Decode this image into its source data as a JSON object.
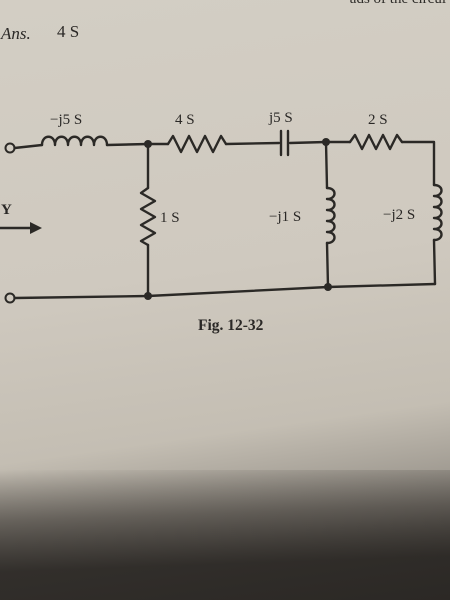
{
  "header": {
    "top_right_text": "ads of the circui",
    "answer_prefix": "Ans.",
    "answer_value": "4 S"
  },
  "figure": {
    "labels": {
      "series_inductor": "−j5 S",
      "series_resistor": "4 S",
      "series_capacitor": "j5 S",
      "right_resistor": "2 S",
      "shunt_resistor": "1 S",
      "middle_inductor": "−j1 S",
      "right_inductor": "−j2 S",
      "input_admittance": "Y"
    },
    "caption": "Fig. 12-32"
  },
  "colors": {
    "paper": "#cfc9bf",
    "ink": "#2a2826",
    "background_dark": "#3a3631"
  }
}
